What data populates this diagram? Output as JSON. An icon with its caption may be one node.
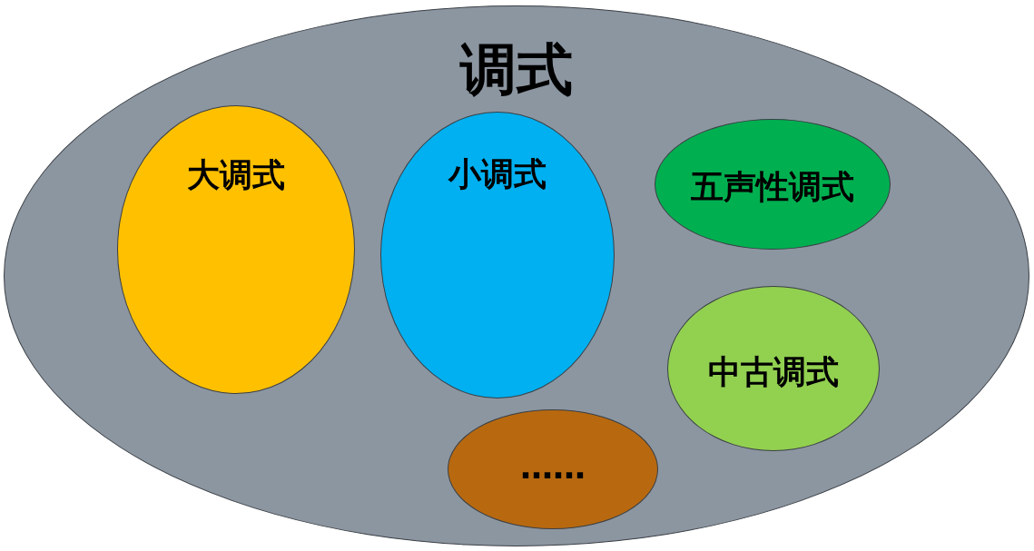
{
  "diagram": {
    "nodes": [
      {
        "text": [
          "调式"
        ]
      },
      {
        "text": [
          "大调式"
        ],
        "in": 0
      },
      {
        "text": [
          "小调式"
        ],
        "in": 0
      },
      {
        "text": [
          "五声性调式"
        ],
        "in": 0
      },
      {
        "text": [
          "中古调式"
        ],
        "in": 0
      },
      {
        "text": [
          "……"
        ],
        "in": 0
      }
    ]
  }
}
